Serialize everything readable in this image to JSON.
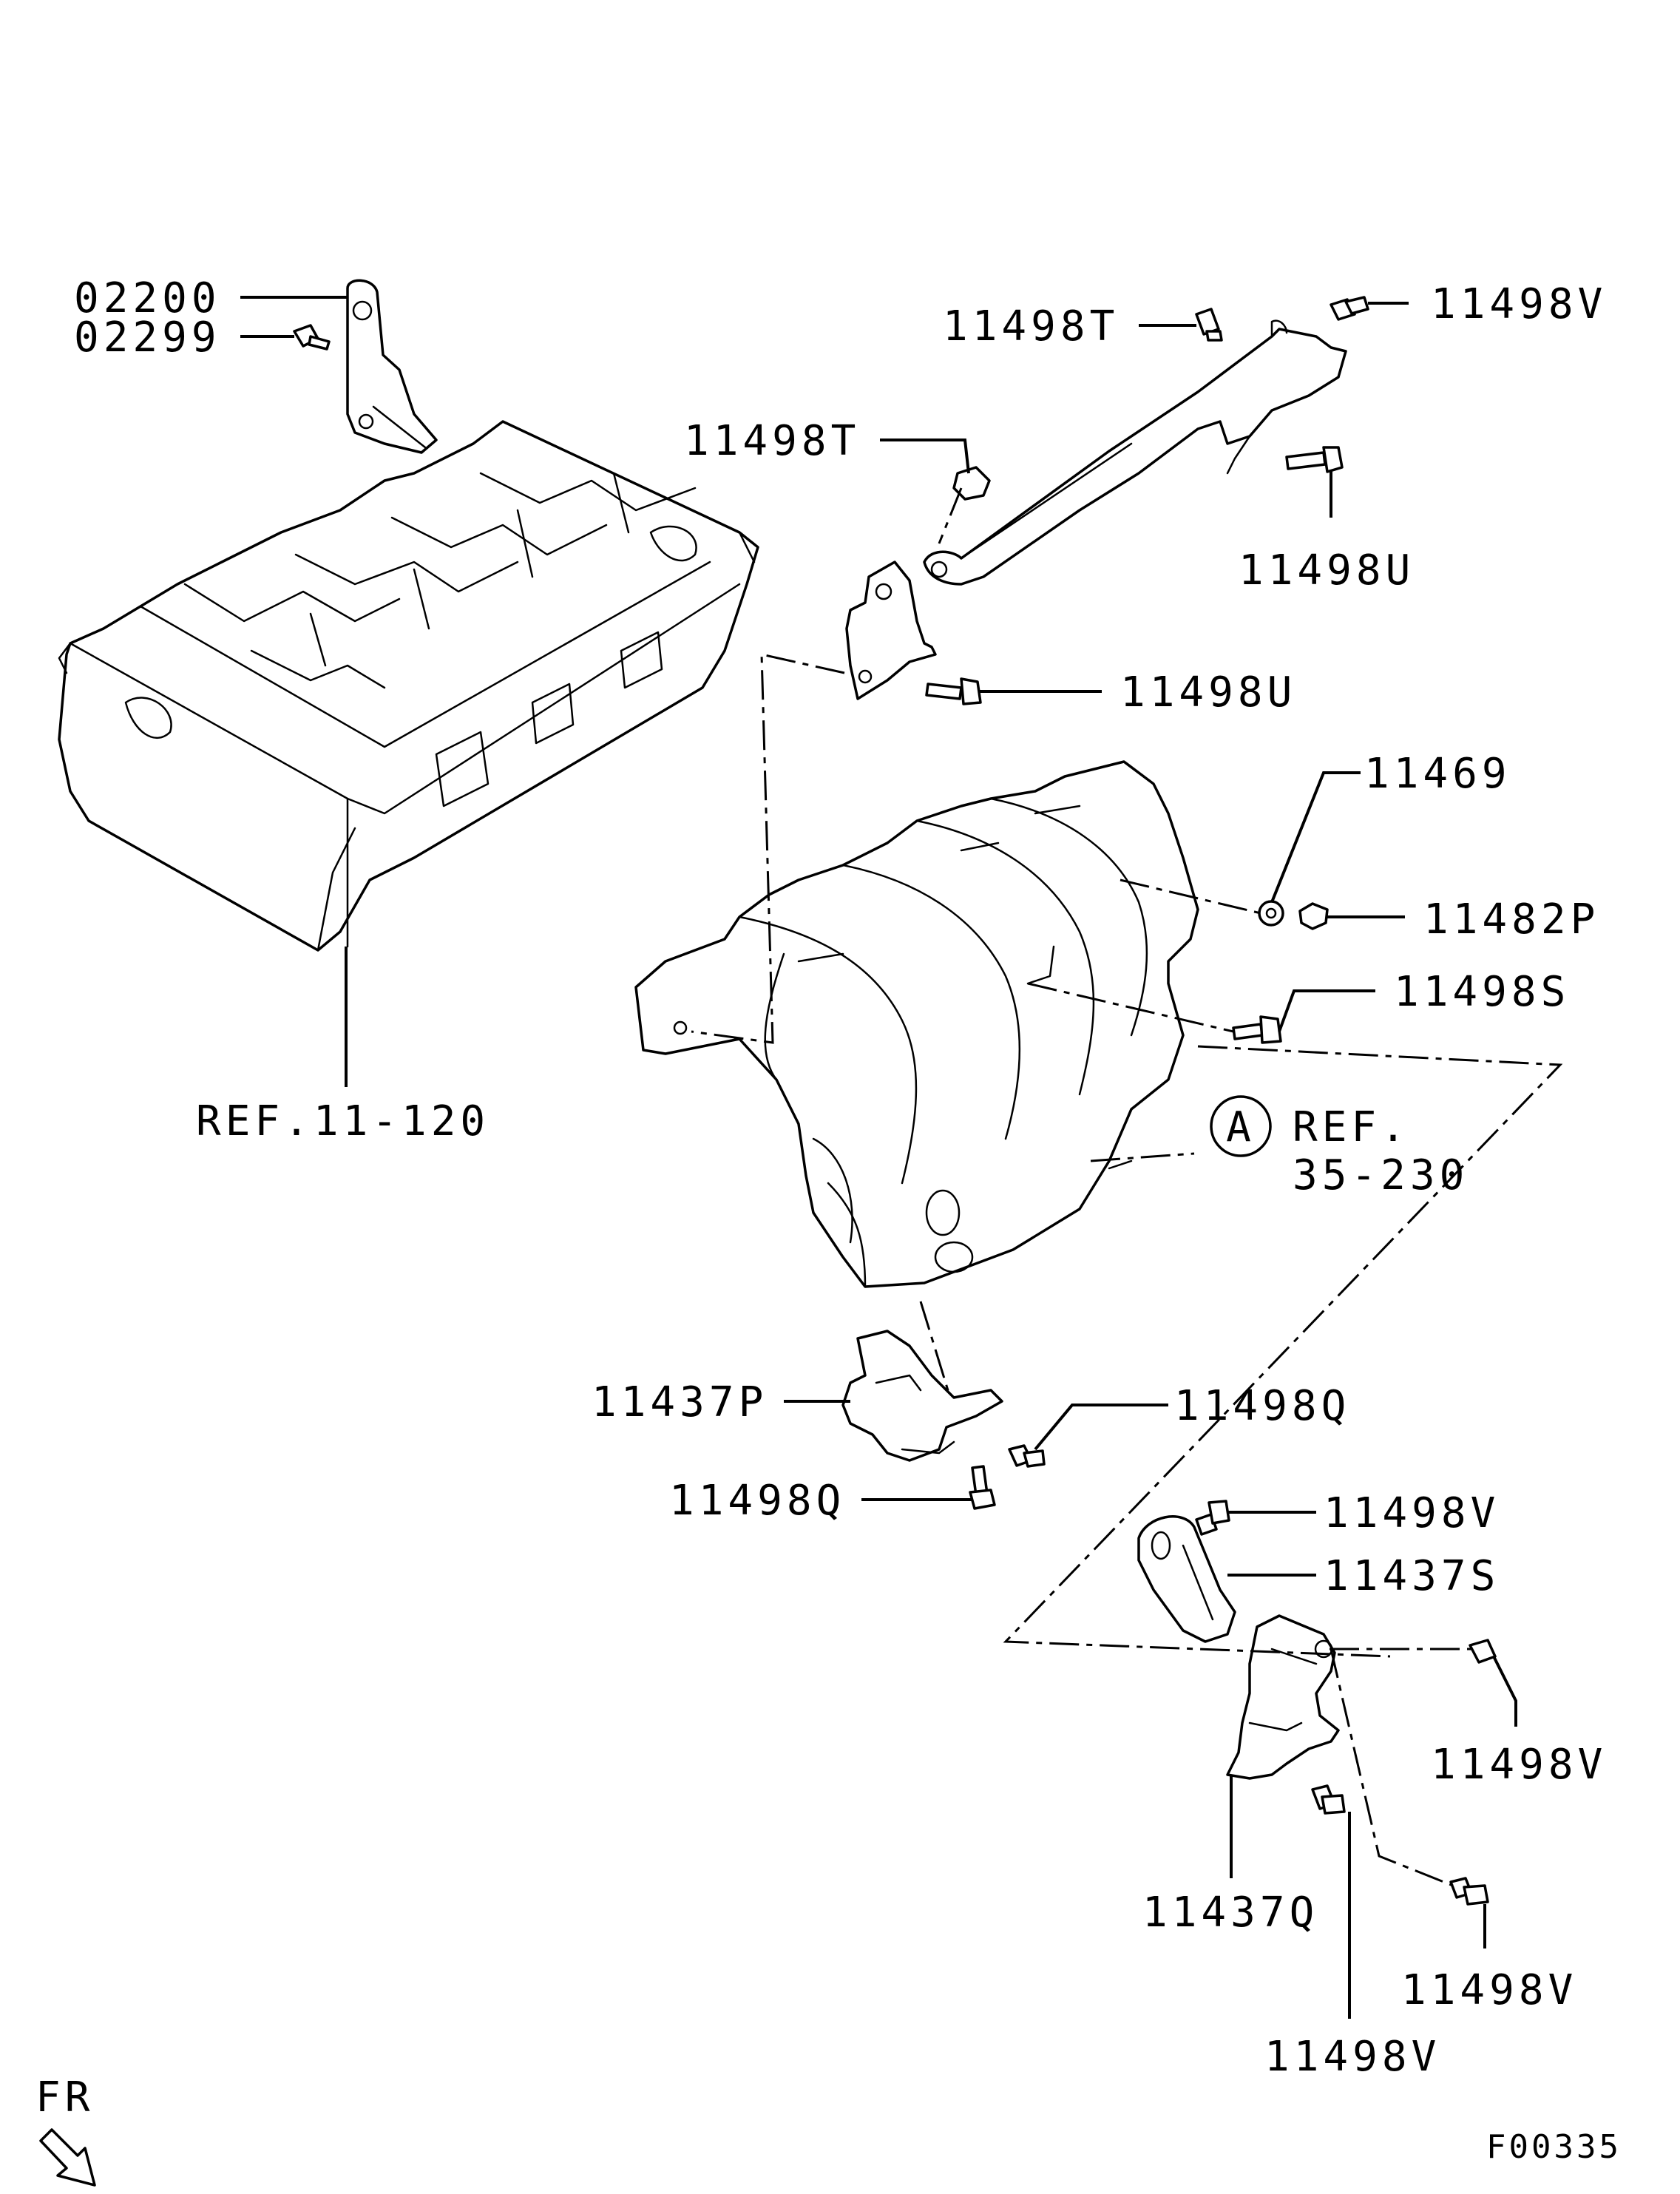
{
  "labels": {
    "p02200": "02200",
    "p02299": "02299",
    "p11498T_top": "11498T",
    "p11498V_top": "11498V",
    "p11498T_mid": "11498T",
    "p11498U_right": "11498U",
    "p11498U_mid": "11498U",
    "p11469": "11469",
    "p11482P": "11482P",
    "p11498S": "11498S",
    "ref_head": "REF.11-120",
    "ref_a_circle": "A",
    "ref_a_line1": "REF.",
    "ref_a_line2": "35-230",
    "p11437P": "11437P",
    "p11498Q_right": "11498Q",
    "p11498Q_left": "11498Q",
    "p11498V_mid": "11498V",
    "p11437S": "11437S",
    "p11498V_right": "11498V",
    "p11437Q": "11437Q",
    "p11498V_low": "11498V",
    "p11498V_bottom": "11498V",
    "front_marker": "FR",
    "figure_code": "F00335"
  },
  "icons": {
    "front_arrow": "arrow-down-right-icon",
    "bolt": "bolt-icon",
    "washer": "washer-icon",
    "nut": "nut-icon"
  }
}
